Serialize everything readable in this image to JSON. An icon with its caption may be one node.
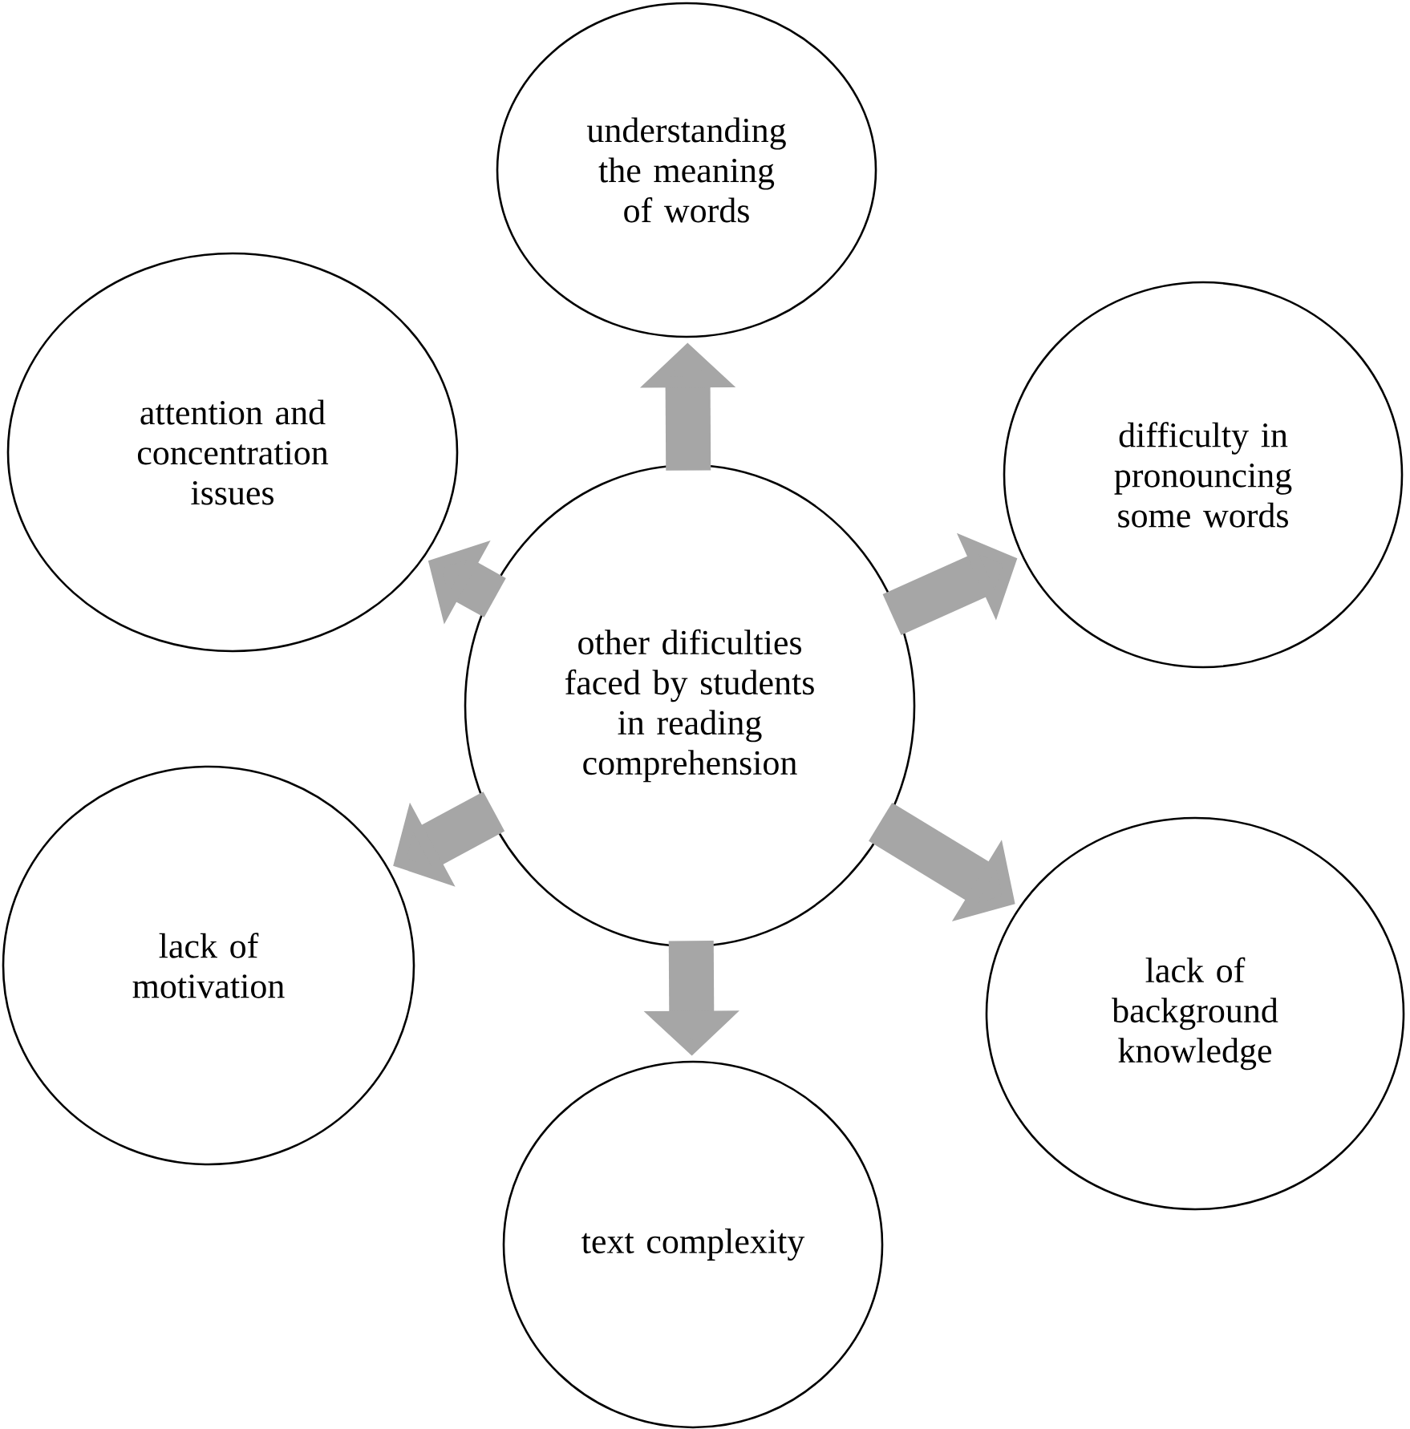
{
  "diagram": {
    "nodes": [
      {
        "text": [
          "understanding the meaning of words"
        ]
      },
      {
        "text": [
          "attention and concentration issues"
        ]
      },
      {
        "text": [
          "difficulty in pronouncing some words"
        ]
      },
      {
        "text": [
          "other dificulties faced by students in reading comprehension"
        ]
      },
      {
        "text": [
          "lack of motivation"
        ]
      },
      {
        "text": [
          "lack of background knowledge"
        ]
      },
      {
        "text": [
          "text complexity"
        ]
      }
    ],
    "edges": [
      {
        "from": 3,
        "to": 0,
        "arrow": "to"
      },
      {
        "from": 3,
        "to": 1,
        "arrow": "to"
      },
      {
        "from": 3,
        "to": 2,
        "arrow": "to"
      },
      {
        "from": 3,
        "to": 4,
        "arrow": "to"
      },
      {
        "from": 3,
        "to": 5,
        "arrow": "to"
      },
      {
        "from": 3,
        "to": 6,
        "arrow": "to"
      }
    ]
  }
}
